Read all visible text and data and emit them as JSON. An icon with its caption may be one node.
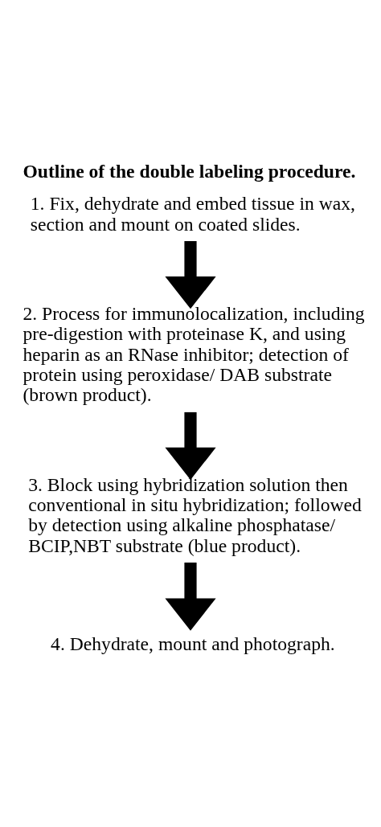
{
  "diagram": {
    "title": "Outline of the double labeling procedure.",
    "nodes": [
      {
        "text": [
          "1. Fix, dehydrate and embed tissue in wax, section and mount on coated slides."
        ]
      },
      {
        "text": [
          "2. Process for immunolocalization, including pre-digestion with proteinase K, and using heparin as an RNase inhibitor; detection of protein using peroxidase/ DAB substrate (brown product)."
        ]
      },
      {
        "text": [
          "3. Block using hybridization solution then conventional in situ hybridization; followed by detection using alkaline phosphatase/ BCIP,NBT substrate (blue product)."
        ]
      },
      {
        "text": [
          "4. Dehydrate, mount and photograph."
        ]
      }
    ],
    "edges": [
      {
        "from": 0,
        "to": 1,
        "arrow": "to"
      },
      {
        "from": 1,
        "to": 2,
        "arrow": "to"
      },
      {
        "from": 2,
        "to": 3,
        "arrow": "to"
      }
    ]
  }
}
